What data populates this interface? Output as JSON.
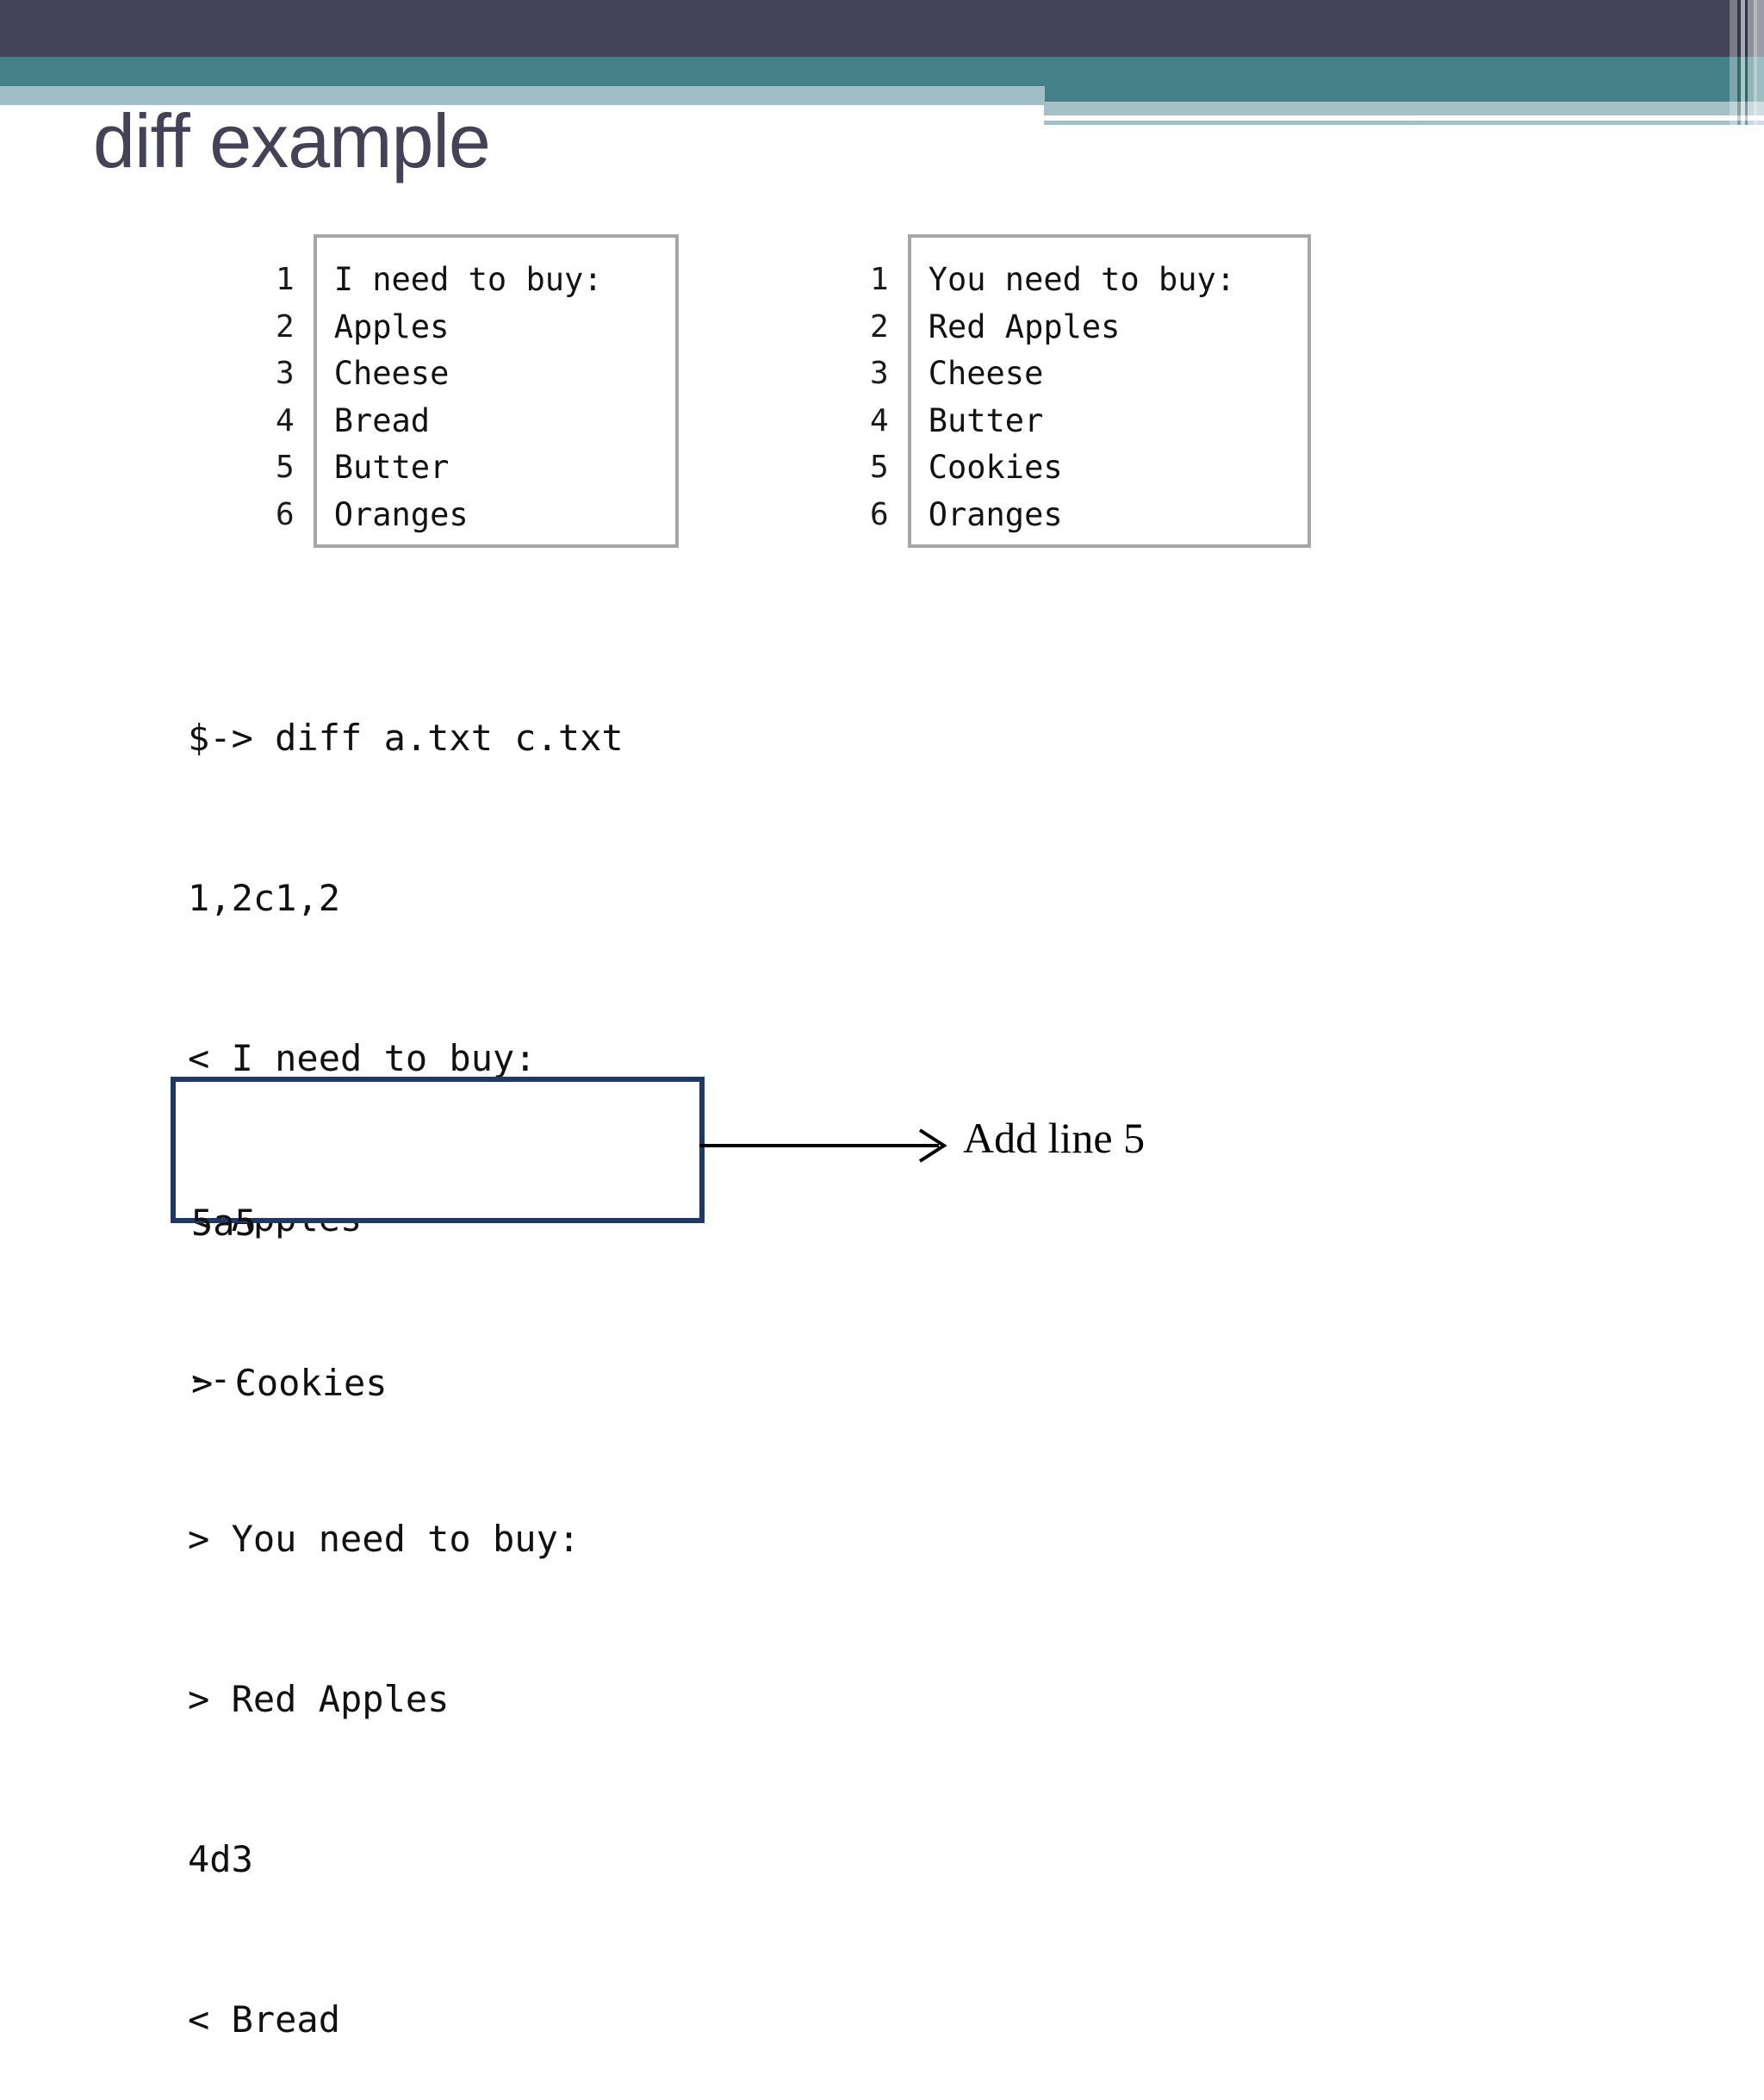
{
  "slide": {
    "title": "diff example"
  },
  "theme": {
    "dark_band": "#434256",
    "teal_band": "#448087",
    "light_band": "#9FBEC5",
    "highlight_border": "#1F3864",
    "box_border": "#A6A6A6",
    "title_color": "#434256"
  },
  "file_left": {
    "name": "a.txt",
    "line_numbers": [
      "1",
      "2",
      "3",
      "4",
      "5",
      "6"
    ],
    "lines": [
      "I need to buy:",
      "Apples",
      "Cheese",
      "Bread",
      "Butter",
      "Oranges"
    ]
  },
  "file_right": {
    "name": "c.txt",
    "line_numbers": [
      "1",
      "2",
      "3",
      "4",
      "5",
      "6"
    ],
    "lines": [
      "You need to buy:",
      "Red Apples",
      "Cheese",
      "Butter",
      "Cookies",
      "Oranges"
    ]
  },
  "diff_output": {
    "lines": [
      "$-> diff a.txt c.txt",
      "1,2c1,2",
      "< I need to buy:",
      "< Apples",
      "---",
      "> You need to buy:",
      "> Red Apples",
      "4d3",
      "< Bread"
    ]
  },
  "highlight": {
    "lines": [
      "5a5",
      "> Cookies"
    ]
  },
  "callout": {
    "label": "Add line 5",
    "arrow_icon": "arrow-right-icon"
  }
}
